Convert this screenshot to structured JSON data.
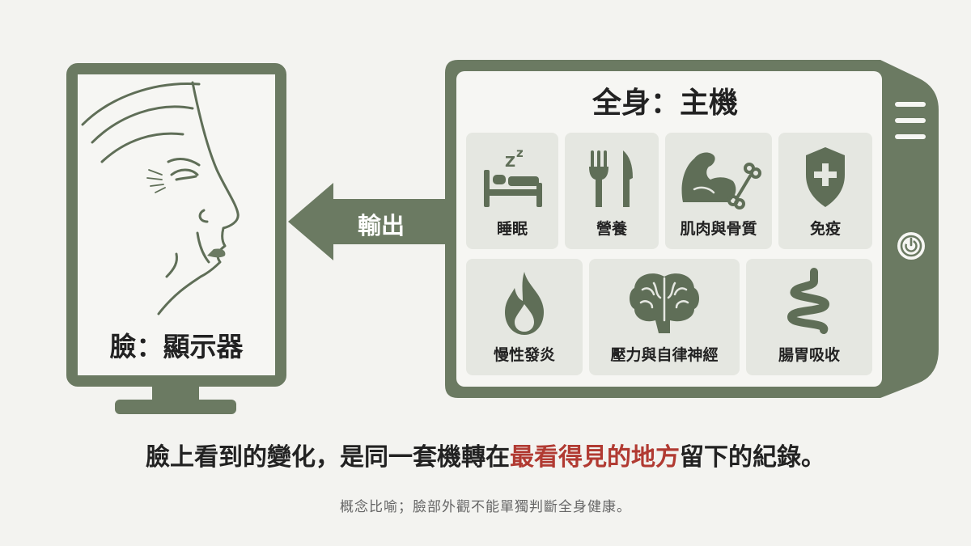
{
  "display": {
    "label": "臉：顯示器"
  },
  "arrow": {
    "label": "輸出"
  },
  "host": {
    "title": "全身：主機",
    "tiles": [
      {
        "label": "睡眠",
        "icon": "sleep-bed-icon"
      },
      {
        "label": "營養",
        "icon": "fork-knife-icon"
      },
      {
        "label": "肌肉與骨質",
        "icon": "muscle-bone-icon"
      },
      {
        "label": "免疫",
        "icon": "shield-plus-icon"
      },
      {
        "label": "慢性發炎",
        "icon": "flame-icon"
      },
      {
        "label": "壓力與自律神經",
        "icon": "brain-icon"
      },
      {
        "label": "腸胃吸收",
        "icon": "intestine-icon"
      }
    ]
  },
  "caption": {
    "before": "臉上看到的變化，是同一套機轉在",
    "highlight": "最看得見的地方",
    "after": "留下的紀錄。"
  },
  "note": "概念比喻；臉部外觀不能單獨判斷全身健康。",
  "colors": {
    "frame": "#6b7a62",
    "tile": "#e5e7e1",
    "highlight": "#b13a32",
    "icon": "#5f6e57"
  }
}
